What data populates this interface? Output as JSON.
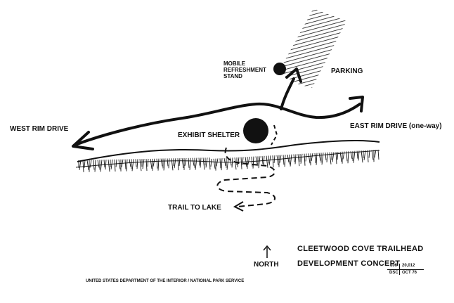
{
  "labels": {
    "mobile_refreshment_stand": [
      "MOBILE",
      "REFRESHMENT",
      "STAND"
    ],
    "parking": "PARKING",
    "west_rim_drive": "WEST RIM DRIVE",
    "exhibit_shelter": "EXHIBIT SHELTER",
    "east_rim_drive": "EAST RIM DRIVE (one-way)",
    "trail_to_lake": "TRAIL TO LAKE",
    "north": "NORTH"
  },
  "title": {
    "line1": "CLEETWOOD COVE TRAILHEAD",
    "line2": "DEVELOPMENT CONCEPT"
  },
  "agency": "UNITED STATES DEPARTMENT OF THE INTERIOR / NATIONAL PARK SERVICE",
  "drawing_number": {
    "top_left": "106",
    "top_right": "20,012",
    "bottom_left": "DSC",
    "bottom_right": "OCT 76"
  },
  "colors": {
    "ink": "#111111",
    "paper": "#ffffff"
  }
}
